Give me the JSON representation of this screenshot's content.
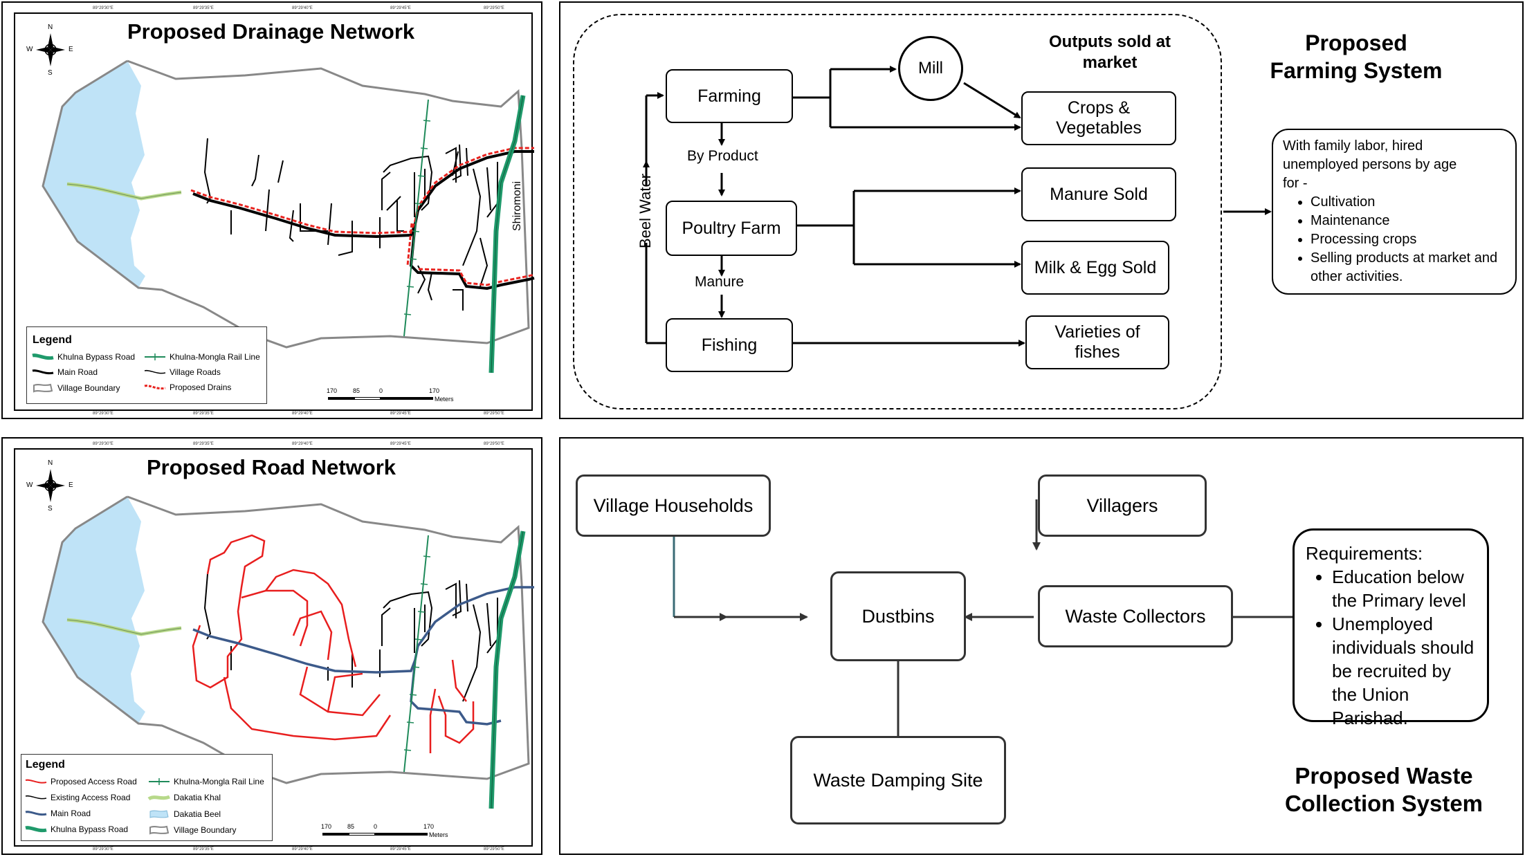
{
  "drainage_map": {
    "title": "Proposed Drainage Network",
    "compass": {
      "n": "N",
      "s": "S",
      "e": "E",
      "w": "W"
    },
    "place_label": "Shiromoni",
    "legend": {
      "title": "Legend",
      "items": [
        "Khulna Bypass Road",
        "Khulna-Mongla Rail Line",
        "Main Road",
        "Village Roads",
        "Village Boundary",
        "Proposed Drains"
      ]
    },
    "scale": {
      "ticks": [
        "170",
        "85",
        "0",
        "170"
      ],
      "unit": "Meters"
    }
  },
  "road_map": {
    "title": "Proposed Road Network",
    "compass": {
      "n": "N",
      "s": "S",
      "e": "E",
      "w": "W"
    },
    "legend": {
      "title": "Legend",
      "items": [
        "Proposed Access Road",
        "Khulna-Mongla Rail Line",
        "Existing Access Road",
        "Dakatia Khal",
        "Main Road",
        "Dakatia Beel",
        "Khulna Bypass Road",
        "Village Boundary"
      ]
    },
    "scale": {
      "ticks": [
        "170",
        "85",
        "0",
        "170"
      ],
      "unit": "Meters"
    }
  },
  "farming": {
    "title_line1": "Proposed",
    "title_line2": "Farming System",
    "outputs_line1": "Outputs sold at",
    "outputs_line2": "market",
    "beel_water": "Beel Water",
    "by_product": "By Product",
    "manure": "Manure",
    "nodes": {
      "farming": "Farming",
      "mill": "Mill",
      "crops_line1": "Crops &",
      "crops_line2": "Vegetables",
      "poultry": "Poultry Farm",
      "manure_sold": "Manure Sold",
      "milk_egg": "Milk & Egg Sold",
      "fishing": "Fishing",
      "fishes_line1": "Varieties of",
      "fishes_line2": "fishes"
    },
    "labor": {
      "intro_line1": "With family labor, hired",
      "intro_line2": "unemployed persons by age",
      "intro_line3": "for -",
      "items": [
        "Cultivation",
        "Maintenance",
        "Processing crops",
        "Selling products at market and other activities."
      ]
    }
  },
  "waste": {
    "title_line1": "Proposed Waste",
    "title_line2": "Collection System",
    "nodes": {
      "households": "Village Households",
      "villagers": "Villagers",
      "dustbins": "Dustbins",
      "collectors": "Waste Collectors",
      "site": "Waste Damping Site"
    },
    "requirements": {
      "title": "Requirements:",
      "items": [
        "Education below the Primary level",
        "Unemployed individuals should be recruited by the Union Parishad."
      ]
    }
  },
  "colors": {
    "beel": "#bfe3f7",
    "bypass": "#1f9a6b",
    "rail": "#1f8a5a",
    "main_road": "#000000",
    "proposed_drain": "#e8231f",
    "proposed_access": "#e81e1e",
    "main_road_blue": "#3c5a8a",
    "boundary": "#888888",
    "khal": "#b7d98a"
  }
}
